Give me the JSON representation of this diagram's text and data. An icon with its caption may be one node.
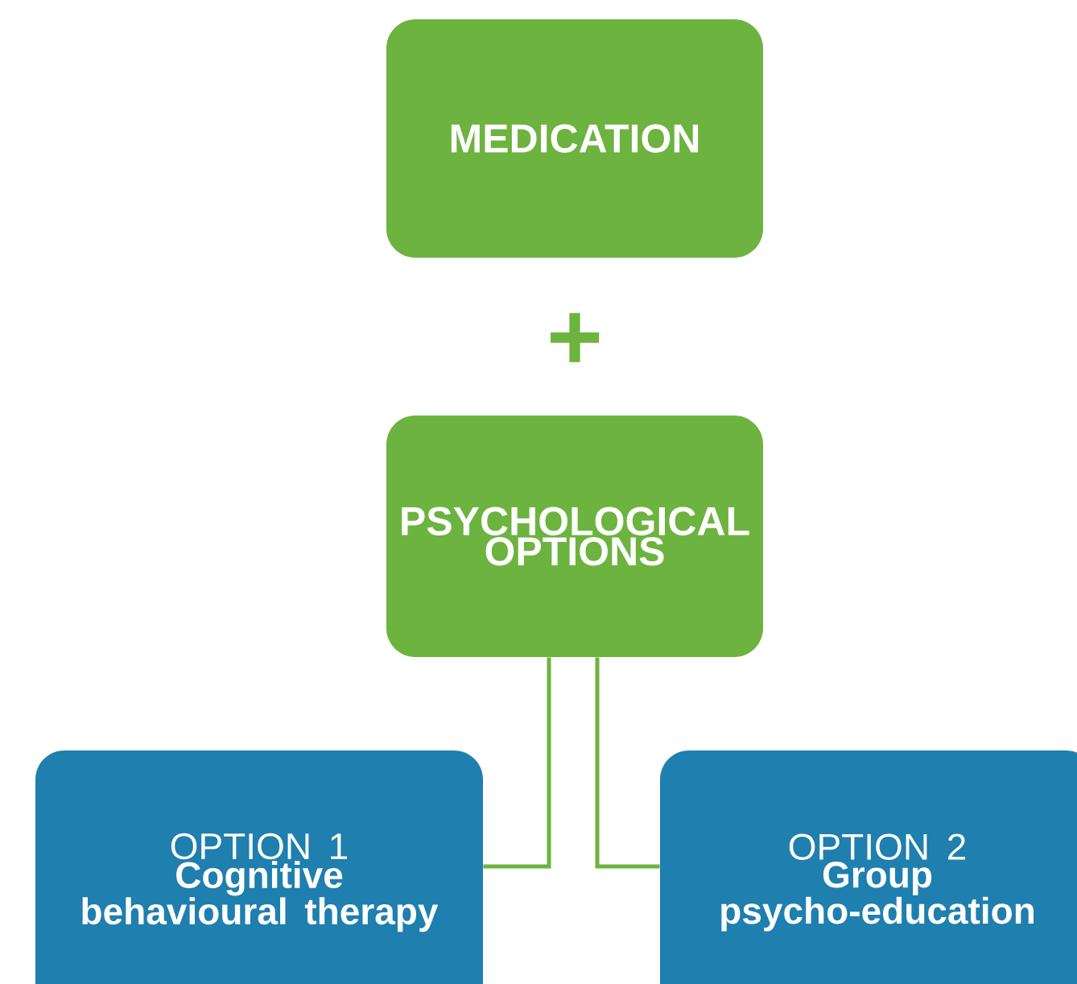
{
  "diagram": {
    "nodes": [
      {
        "text": [
          "MEDICATION"
        ]
      },
      {
        "text": [
          "PSYCHOLOGICAL OPTIONS"
        ]
      },
      {
        "text": [
          "OPTION 1",
          "Cognitive behavioural therapy"
        ]
      },
      {
        "text": [
          "OPTION 2",
          "Group psycho-education"
        ]
      }
    ],
    "edges": [
      {
        "from": 1,
        "to": 2,
        "arrow": "none"
      },
      {
        "from": 1,
        "to": 3,
        "arrow": "none"
      }
    ],
    "labels": [
      "+"
    ]
  }
}
